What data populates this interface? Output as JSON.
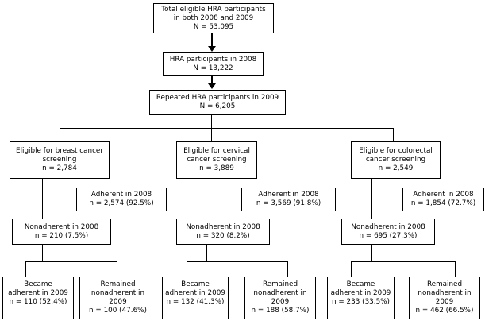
{
  "colors": {
    "line": "#000000",
    "box_border": "#000000",
    "box_bg": "#ffffff",
    "text": "#000000",
    "background": "#ffffff"
  },
  "flow": {
    "total": [
      "Total eligible HRA participants",
      "in both 2008 and 2009",
      "N = 53,095"
    ],
    "hra_2008": [
      "HRA participants in 2008",
      "N = 13,222"
    ],
    "repeated_2009": [
      "Repeated HRA participants in 2009",
      "N = 6,205"
    ]
  },
  "branches": [
    {
      "name": "breast cancer screening",
      "eligible": [
        "Eligible for breast cancer",
        "screening",
        "n = 2,784"
      ],
      "adherent_2008": [
        "Adherent in 2008",
        "n = 2,574 (92.5%)"
      ],
      "nonadherent_2008": [
        "Nonadherent in 2008",
        "n = 210 (7.5%)"
      ],
      "became_adherent_2009": [
        "Became",
        "adherent in 2009",
        "n = 110 (52.4%)"
      ],
      "remained_nonadherent_2009": [
        "Remained",
        "nonadherent in",
        "2009",
        "n = 100 (47.6%)"
      ]
    },
    {
      "name": "cervical cancer screening",
      "eligible": [
        "Eligible for cervical",
        "cancer screening",
        "n = 3,889"
      ],
      "adherent_2008": [
        "Adherent in 2008",
        "n = 3,569 (91.8%)"
      ],
      "nonadherent_2008": [
        "Nonadherent in 2008",
        "n = 320 (8.2%)"
      ],
      "became_adherent_2009": [
        "Became",
        "adherent in 2009",
        "n = 132 (41.3%)"
      ],
      "remained_nonadherent_2009": [
        "Remained",
        "nonadherent in",
        "2009",
        "n = 188 (58.7%)"
      ]
    },
    {
      "name": "colorectal cancer screening",
      "eligible": [
        "Eligible for colorectal",
        "cancer screening",
        "n = 2,549"
      ],
      "adherent_2008": [
        "Adherent in 2008",
        "n = 1,854 (72.7%)"
      ],
      "nonadherent_2008": [
        "Nonadherent in 2008",
        "n = 695 (27.3%)"
      ],
      "became_adherent_2009": [
        "Became",
        "adherent in 2009",
        "n = 233 (33.5%)"
      ],
      "remained_nonadherent_2009": [
        "Remained",
        "nonadherent in",
        "2009",
        "n = 462 (66.5%)"
      ]
    }
  ]
}
